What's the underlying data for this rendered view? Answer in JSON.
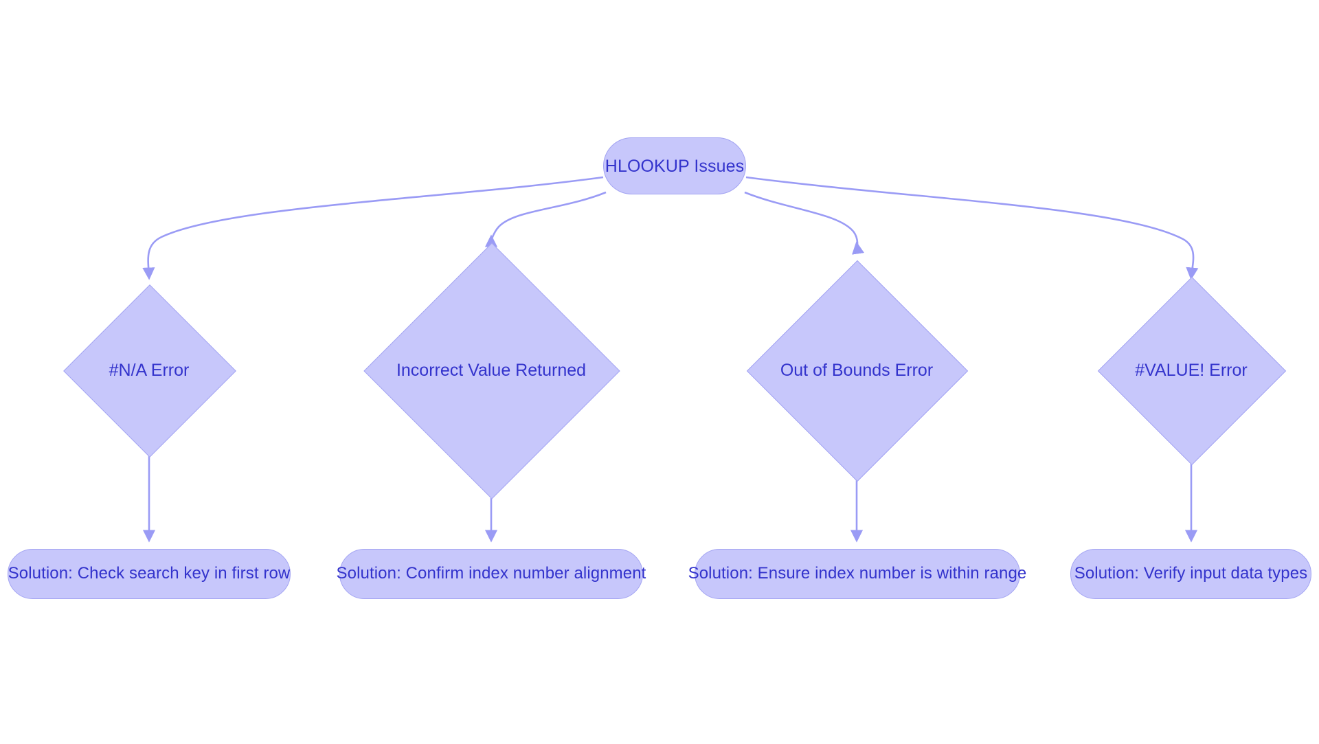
{
  "diagram": {
    "type": "flowchart",
    "title": "HLOOKUP Issues",
    "background_color": "#ffffff",
    "node_fill_color": "#c7c7fb",
    "node_border_color": "#a3a4f2",
    "node_text_color": "#3333cc",
    "edge_color": "#9a9bf5",
    "root": {
      "id": "root",
      "label": "HLOOKUP Issues",
      "shape": "stadium"
    },
    "branches": [
      {
        "id": "branch-1",
        "issue": {
          "id": "issue-na-error",
          "label": "#N/A Error",
          "shape": "diamond"
        },
        "solution": {
          "id": "solution-na-error",
          "label": "Solution: Check search key in first row",
          "shape": "stadium"
        }
      },
      {
        "id": "branch-2",
        "issue": {
          "id": "issue-incorrect-value",
          "label": "Incorrect Value Returned",
          "shape": "diamond"
        },
        "solution": {
          "id": "solution-incorrect-value",
          "label": "Solution: Confirm index number alignment",
          "shape": "stadium"
        }
      },
      {
        "id": "branch-3",
        "issue": {
          "id": "issue-out-of-bounds",
          "label": "Out of Bounds Error",
          "shape": "diamond"
        },
        "solution": {
          "id": "solution-out-of-bounds",
          "label": "Solution: Ensure index number is within range",
          "shape": "stadium"
        }
      },
      {
        "id": "branch-4",
        "issue": {
          "id": "issue-value-error",
          "label": "#VALUE! Error",
          "shape": "diamond"
        },
        "solution": {
          "id": "solution-value-error",
          "label": "Solution: Verify input data types",
          "shape": "stadium"
        }
      }
    ]
  }
}
